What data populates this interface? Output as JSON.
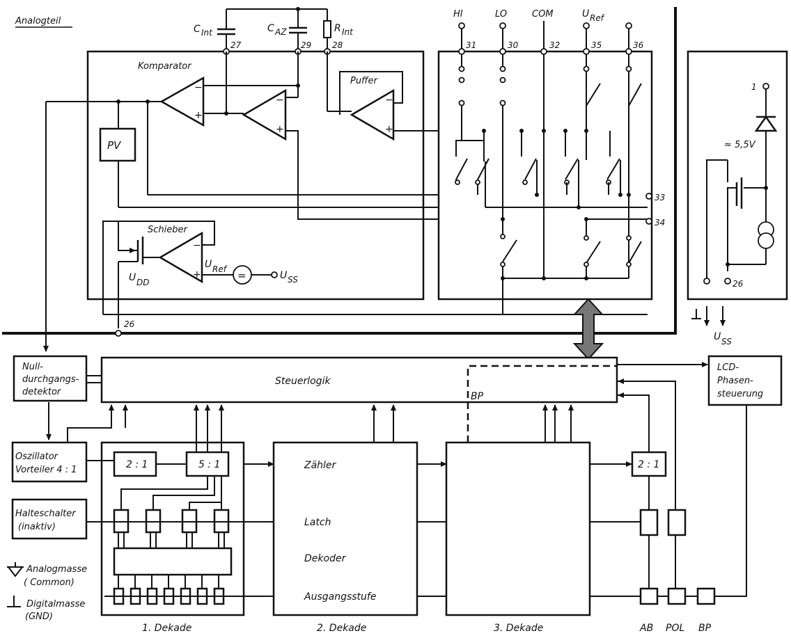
{
  "title": "Analogteil",
  "components": {
    "c_int": "C",
    "c_int_sub": "Int",
    "c_az": "C",
    "c_az_sub": "AZ",
    "r_int": "R",
    "r_int_sub": "Int",
    "komparator": "Komparator",
    "puffer": "Puffer",
    "pv": "PV",
    "schieber": "Schieber",
    "u_dd": "U",
    "u_dd_sub": "DD",
    "u_ref": "U",
    "u_ref_sub": "Ref",
    "u_ss": "U",
    "u_ss_sub": "SS",
    "zener_voltage": "≈ 5,5V"
  },
  "pins": {
    "p27": "27",
    "p29": "29",
    "p28": "28",
    "p31": "31",
    "p30": "30",
    "p32": "32",
    "p35": "35",
    "p36": "36",
    "p33": "33",
    "p34": "34",
    "p26a": "26",
    "p26b": "26",
    "p1": "1"
  },
  "terminals": {
    "hi": "HI",
    "lo": "LO",
    "com": "COM",
    "uref": "U",
    "uref_sub": "Ref"
  },
  "blocks": {
    "null_1": "Null-",
    "null_2": "durchgangs-",
    "null_3": "detektor",
    "steuerlogik": "Steuerlogik",
    "bp_top": "BP",
    "lcd_1": "LCD-",
    "lcd_2": "Phasen-",
    "lcd_3": "steuerung",
    "osz_1": "Oszillator",
    "osz_2": "Vorteiler 4 : 1",
    "halt_1": "Halteschalter",
    "halt_2": "(inaktiv)",
    "div_2_1": "2 : 1",
    "div_5_1": "5 : 1",
    "div_2_1_right": "2 : 1",
    "zaehler": "Zähler",
    "latch": "Latch",
    "dekoder": "Dekoder",
    "ausgang": "Ausgangsstufe"
  },
  "legend": {
    "analog_1": "Analogmasse",
    "analog_2": "( Common)",
    "digital_1": "Digitalmasse",
    "digital_2": "(GND)"
  },
  "captions": {
    "dekade1": "1.  Dekade",
    "dekade2": "2. Dekade",
    "dekade3": "3. Dekade",
    "ab": "AB",
    "pol": "POL",
    "bp": "BP"
  }
}
